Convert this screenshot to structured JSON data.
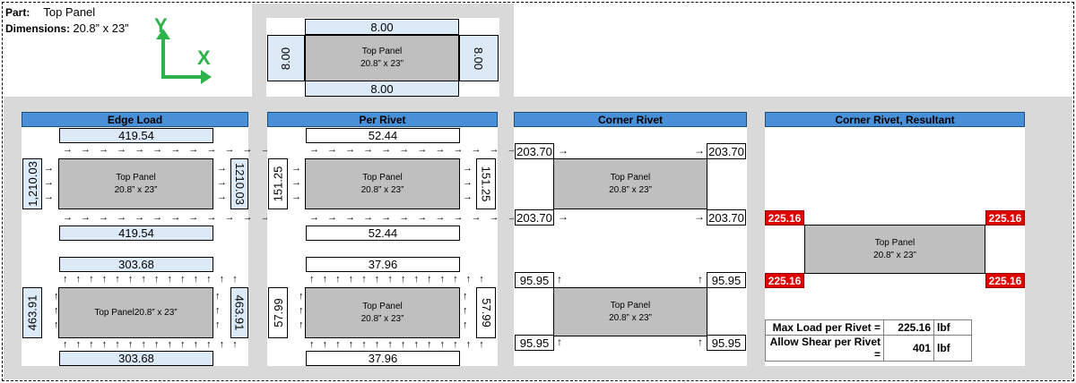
{
  "part": {
    "label": "Part:",
    "value": "Top Panel"
  },
  "dimensions": {
    "label": "Dimensions:",
    "value": "20.8” x 23”"
  },
  "axes": {
    "y": "Y",
    "x": "X",
    "color": "#2db34a"
  },
  "panel": {
    "name": "Top Panel",
    "size": "20.8” x 23”",
    "combined": "Top Panel20.8” x 23”"
  },
  "top_preview": {
    "top": "8.00",
    "bottom": "8.00",
    "left": "8.00",
    "right": "8.00"
  },
  "headers": {
    "edge_load": "Edge Load",
    "per_rivet": "Per Rivet",
    "corner_rivet": "Corner Rivet",
    "corner_resultant": "Corner Rivet, Resultant"
  },
  "edge_load": {
    "x_top": "419.54",
    "x_bottom": "419.54",
    "x_left": "1,210.03",
    "x_right": "1210.03",
    "y_top": "303.68",
    "y_bottom": "303.68",
    "y_left": "463.91",
    "y_right": "463.91"
  },
  "per_rivet": {
    "x_top": "52.44",
    "x_bottom": "52.44",
    "x_left": "151.25",
    "x_right": "151.25",
    "y_top": "37.96",
    "y_bottom": "37.96",
    "y_left": "57.99",
    "y_right": "57.99"
  },
  "corner_rivet": {
    "x_tl": "203.70",
    "x_tr": "203.70",
    "x_bl": "203.70",
    "x_br": "203.70",
    "y_tl": "95.95",
    "y_tr": "95.95",
    "y_bl": "95.95",
    "y_br": "95.95"
  },
  "resultant": {
    "tl": "225.16",
    "tr": "225.16",
    "bl": "225.16",
    "br": "225.16",
    "color": "#e00000"
  },
  "summary": {
    "max_label": "Max Load per Rivet =",
    "max_value": "225.16",
    "max_unit": "lbf",
    "shear_label": "Allow Shear per Rivet =",
    "shear_value": "401",
    "shear_unit": "lbf"
  },
  "arrows": {
    "right": "→",
    "up": "↑"
  }
}
